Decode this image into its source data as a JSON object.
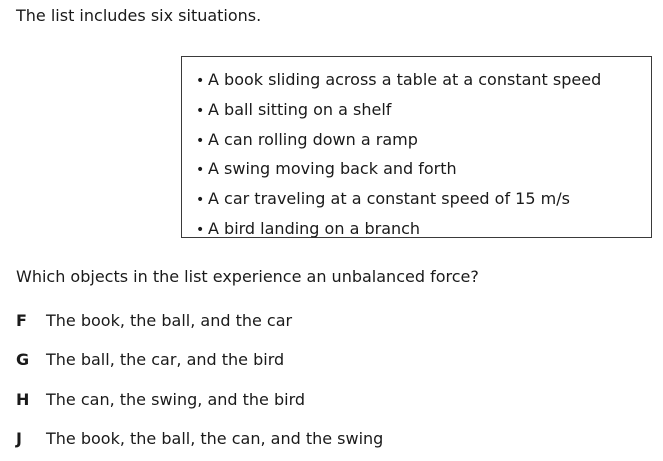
{
  "intro": "The list includes six situations.",
  "situations": [
    "A book sliding across a table at a constant speed",
    "A ball sitting on a shelf",
    "A can rolling down a ramp",
    "A swing moving back and forth",
    "A car traveling at a constant speed of 15 m/s",
    "A bird landing on a branch"
  ],
  "question": "Which objects in the list experience an unbalanced force?",
  "answers": [
    {
      "letter": "F",
      "text": "The book, the ball, and the car"
    },
    {
      "letter": "G",
      "text": "The ball, the car, and the bird"
    },
    {
      "letter": "H",
      "text": "The can, the swing, and the bird"
    },
    {
      "letter": "J",
      "text": "The book, the ball, the can, and the swing"
    }
  ]
}
